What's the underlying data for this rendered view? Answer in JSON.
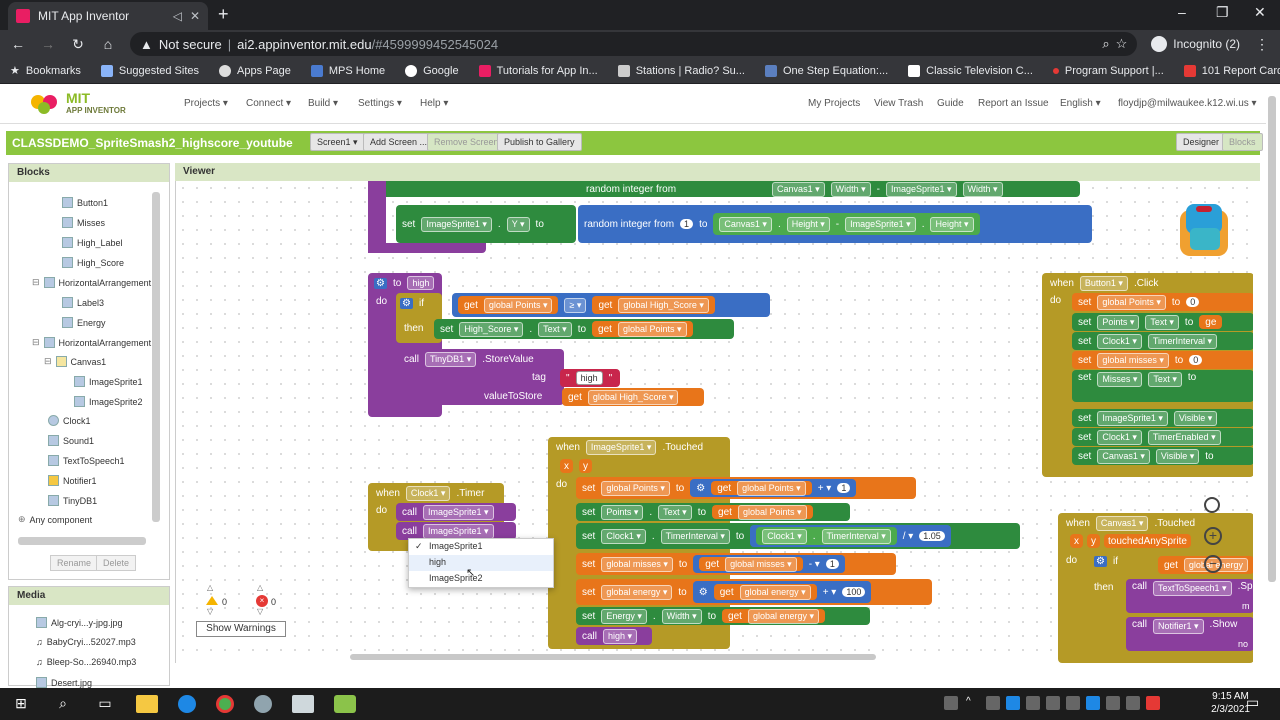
{
  "browser": {
    "tab_title": "MIT App Inventor",
    "security": "Not secure",
    "url_domain": "ai2.appinventor.mit.edu",
    "url_path": "/#4599999452545024",
    "incognito_label": "Incognito (2)"
  },
  "bookmarks": [
    "Bookmarks",
    "Suggested Sites",
    "Apps Page",
    "MPS Home",
    "Google",
    "Tutorials for App In...",
    "Stations | Radio? Su...",
    "One Step Equation:...",
    "Classic Television C...",
    "Program Support |...",
    "101 Report Card Co..."
  ],
  "app": {
    "logo_top": "MIT",
    "logo_bottom": "APP INVENTOR",
    "menus": [
      "Projects ▾",
      "Connect ▾",
      "Build ▾",
      "Settings ▾",
      "Help ▾"
    ],
    "right_menus": [
      "My Projects",
      "View Trash",
      "Guide",
      "Report an Issue",
      "English ▾",
      "floydjp@milwaukee.k12.wi.us ▾"
    ],
    "project_name": "CLASSDEMO_SpriteSmash2_highscore_youtube",
    "toolbar": {
      "screen": "Screen1 ▾",
      "add_screen": "Add Screen ...",
      "remove_screen": "Remove Screen",
      "publish": "Publish to Gallery",
      "designer": "Designer",
      "blocks": "Blocks"
    }
  },
  "blocks_panel": {
    "title": "Blocks",
    "items": [
      "Button1",
      "Misses",
      "High_Label",
      "High_Score",
      "HorizontalArrangement",
      "Label3",
      "Energy",
      "HorizontalArrangement",
      "Canvas1",
      "ImageSprite1",
      "ImageSprite2",
      "Clock1",
      "Sound1",
      "TextToSpeech1",
      "Notifier1",
      "TinyDB1",
      "Any component"
    ],
    "rename": "Rename",
    "delete": "Delete"
  },
  "media_panel": {
    "title": "Media",
    "items": [
      "Alg-cryi...y-jpg.jpg",
      "BabyCryi...52027.mp3",
      "Bleep-So...26940.mp3",
      "Desert.jpg"
    ]
  },
  "viewer": {
    "title": "Viewer",
    "warnings_count": "0",
    "errors_count": "0",
    "show_warnings": "Show Warnings"
  },
  "blocks": {
    "top_random_partial": "random integer from",
    "set_sprite_y": {
      "set": "set",
      "comp": "ImageSprite1 ▾",
      "prop": "Y ▾",
      "to": "to",
      "random": "random integer from",
      "n1": "1",
      "to2": "to",
      "canvas": "Canvas1 ▾",
      "height": "Height ▾",
      "minus": "-",
      "sprite": "ImageSprite1 ▾",
      "height2": "Height ▾",
      "width": "Width ▾",
      "width2": "Width ▾"
    },
    "proc_high": {
      "to": "to",
      "name": "high",
      "do": "do",
      "if": "if",
      "get": "get",
      "gp": "global Points ▾",
      "ge": "≥ ▾",
      "ghs": "global High_Score ▾",
      "then": "then",
      "set": "set",
      "hs": "High_Score ▾",
      "text": "Text ▾",
      "to2": "to",
      "call": "call",
      "tinydb": "TinyDB1 ▾",
      "store": ".StoreValue",
      "tag": "tag",
      "tagval": "high",
      "vts": "valueToStore"
    },
    "clock_timer": {
      "when": "when",
      "comp": "Clock1 ▾",
      "event": ".Timer",
      "do": "do",
      "call": "call",
      "sprite": "ImageSprite1 ▾"
    },
    "sprite_touched": {
      "when": "when",
      "comp": "ImageSprite1 ▾",
      "event": ".Touched",
      "x": "x",
      "y": "y",
      "do": "do",
      "set": "set",
      "get": "get",
      "gp": "global Points ▾",
      "plus": "+ ▾",
      "one": "1",
      "points": "Points ▾",
      "text": "Text ▾",
      "to": "to",
      "clock": "Clock1 ▾",
      "ti": "TimerInterval ▾",
      "div": "/ ▾",
      "val105": "1.05",
      "gm": "global misses ▾",
      "minus": "- ▾",
      "gen": "global energy ▾",
      "hundred": "100",
      "energy": "Energy ▾",
      "width": "Width ▾",
      "call": "call",
      "high": "high ▾"
    },
    "button_click": {
      "when": "when",
      "comp": "Button1 ▾",
      "event": ".Click",
      "do": "do",
      "set": "set",
      "gp": "global Points ▾",
      "zero": "0",
      "points": "Points ▾",
      "text": "Text ▾",
      "clock": "Clock1 ▾",
      "ti": "TimerInterval ▾",
      "gm": "global misses ▾",
      "misses": "Misses ▾",
      "sprite": "ImageSprite1 ▾",
      "visible": "Visible ▾",
      "te": "TimerEnabled ▾",
      "canvas": "Canvas1 ▾",
      "to": "to",
      "ge": "ge"
    },
    "canvas_touched": {
      "when": "when",
      "comp": "Canvas1 ▾",
      "event": ".Touched",
      "x": "x",
      "y": "y",
      "tas": "touchedAnySprite",
      "do": "do",
      "if": "if",
      "get": "get",
      "gen": "global energy",
      "then": "then",
      "call": "call",
      "tts": "TextToSpeech1 ▾",
      "speak": ".Speak",
      "notifier": "Notifier1 ▾",
      "show": ".Show",
      "m": "m",
      "no": "no"
    }
  },
  "dropdown": {
    "items": [
      "ImageSprite1",
      "high",
      "ImageSprite2"
    ],
    "checked": "✓"
  },
  "taskbar": {
    "time": "9:15 AM",
    "date": "2/3/2021"
  }
}
